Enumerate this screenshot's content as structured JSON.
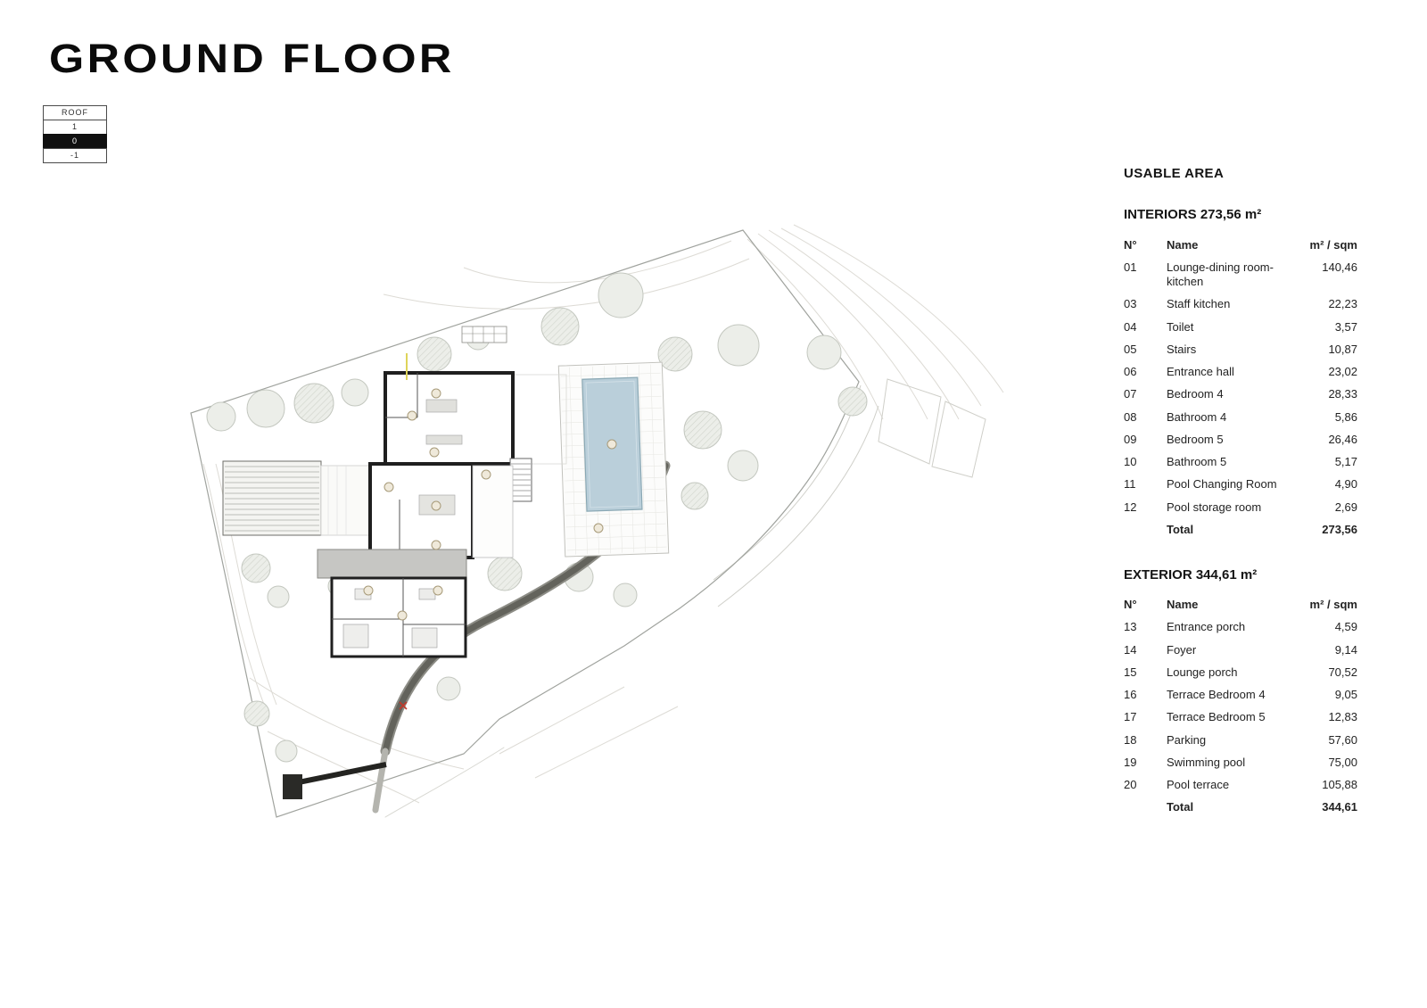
{
  "title": "GROUND FLOOR",
  "floor_selector": {
    "levels": [
      {
        "label": "ROOF",
        "active": false
      },
      {
        "label": "1",
        "active": false
      },
      {
        "label": "0",
        "active": true
      },
      {
        "label": "-1",
        "active": false
      }
    ]
  },
  "panel": {
    "heading": "USABLE AREA",
    "interiors": {
      "heading": "INTERIORS 273,56 m²",
      "columns": {
        "no": "N°",
        "name": "Name",
        "area": "m² / sqm"
      },
      "rows": [
        {
          "no": "01",
          "name": "Lounge-dining room-kitchen",
          "area": "140,46"
        },
        {
          "no": "03",
          "name": "Staff kitchen",
          "area": "22,23"
        },
        {
          "no": "04",
          "name": "Toilet",
          "area": "3,57"
        },
        {
          "no": "05",
          "name": "Stairs",
          "area": "10,87"
        },
        {
          "no": "06",
          "name": "Entrance hall",
          "area": "23,02"
        },
        {
          "no": "07",
          "name": "Bedroom 4",
          "area": "28,33"
        },
        {
          "no": "08",
          "name": "Bathroom 4",
          "area": "5,86"
        },
        {
          "no": "09",
          "name": "Bedroom 5",
          "area": "26,46"
        },
        {
          "no": "10",
          "name": "Bathroom 5",
          "area": "5,17"
        },
        {
          "no": "11",
          "name": "Pool Changing Room",
          "area": "4,90"
        },
        {
          "no": "12",
          "name": "Pool storage room",
          "area": "2,69"
        }
      ],
      "total_label": "Total",
      "total_value": "273,56"
    },
    "exterior": {
      "heading": "EXTERIOR 344,61 m²",
      "columns": {
        "no": "N°",
        "name": "Name",
        "area": "m² / sqm"
      },
      "rows": [
        {
          "no": "13",
          "name": "Entrance porch",
          "area": "4,59"
        },
        {
          "no": "14",
          "name": "Foyer",
          "area": "9,14"
        },
        {
          "no": "15",
          "name": "Lounge porch",
          "area": "70,52"
        },
        {
          "no": "16",
          "name": "Terrace Bedroom 4",
          "area": "9,05"
        },
        {
          "no": "17",
          "name": "Terrace Bedroom 5",
          "area": "12,83"
        },
        {
          "no": "18",
          "name": "Parking",
          "area": "57,60"
        },
        {
          "no": "19",
          "name": "Swimming pool",
          "area": "75,00"
        },
        {
          "no": "20",
          "name": "Pool terrace",
          "area": "105,88"
        }
      ],
      "total_label": "Total",
      "total_value": "344,61"
    }
  },
  "plan": {
    "colors": {
      "pool_water": "#bacfda",
      "tree_fill": "#eceee9",
      "wall": "#1f1f1f",
      "terrace_roof": "#c6c6c3",
      "boundary": "#a0a39e",
      "driveway": "#63635c",
      "marker_red": "#c0392b",
      "active_floor_bg": "#101010"
    }
  }
}
